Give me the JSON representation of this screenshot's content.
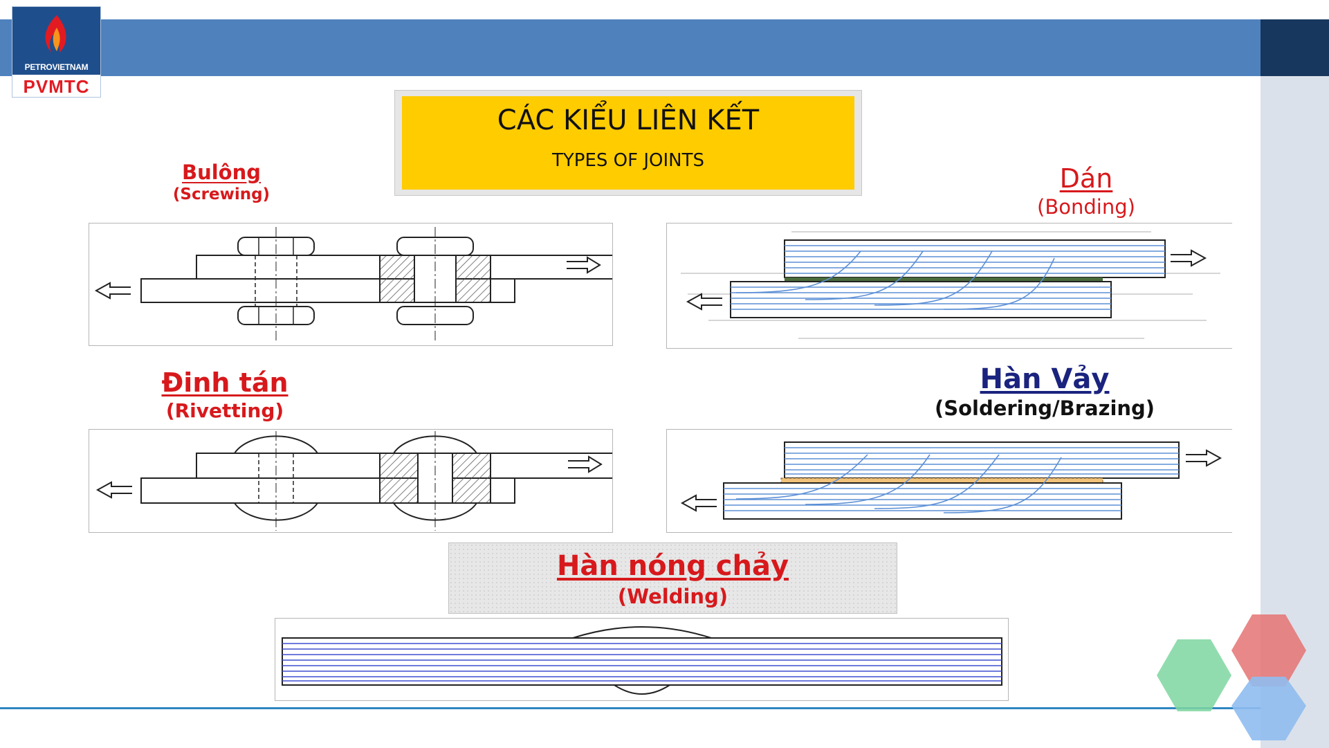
{
  "logo": {
    "brand": "PETROVIETNAM",
    "name": "PVMTC"
  },
  "title": {
    "main": "CÁC KIỂU LIÊN KẾT",
    "sub": "TYPES OF JOINTS"
  },
  "joints": {
    "screwing": {
      "label": "Bulông",
      "sublabel": "(Screwing)"
    },
    "bonding": {
      "label": "Dán",
      "sublabel": "(Bonding)"
    },
    "rivetting": {
      "label": "Đinh tán",
      "sublabel": "(Rivetting)"
    },
    "soldering": {
      "label": "Hàn Vảy",
      "sublabel": "(Soldering/Brazing)"
    },
    "welding": {
      "label": "Hàn nóng chảy",
      "sublabel": "(Welding)"
    }
  },
  "colors": {
    "top_bar": "#4f81bd",
    "top_bar_dark": "#17375e",
    "sidebar": "#dbe1ea",
    "title_box": "#ffcc00",
    "label_red": "#d7191c",
    "label_navy": "#1a237e",
    "hex_red": "#e57373",
    "hex_green": "#7ed6a0",
    "hex_blue": "#8fbdf0"
  }
}
